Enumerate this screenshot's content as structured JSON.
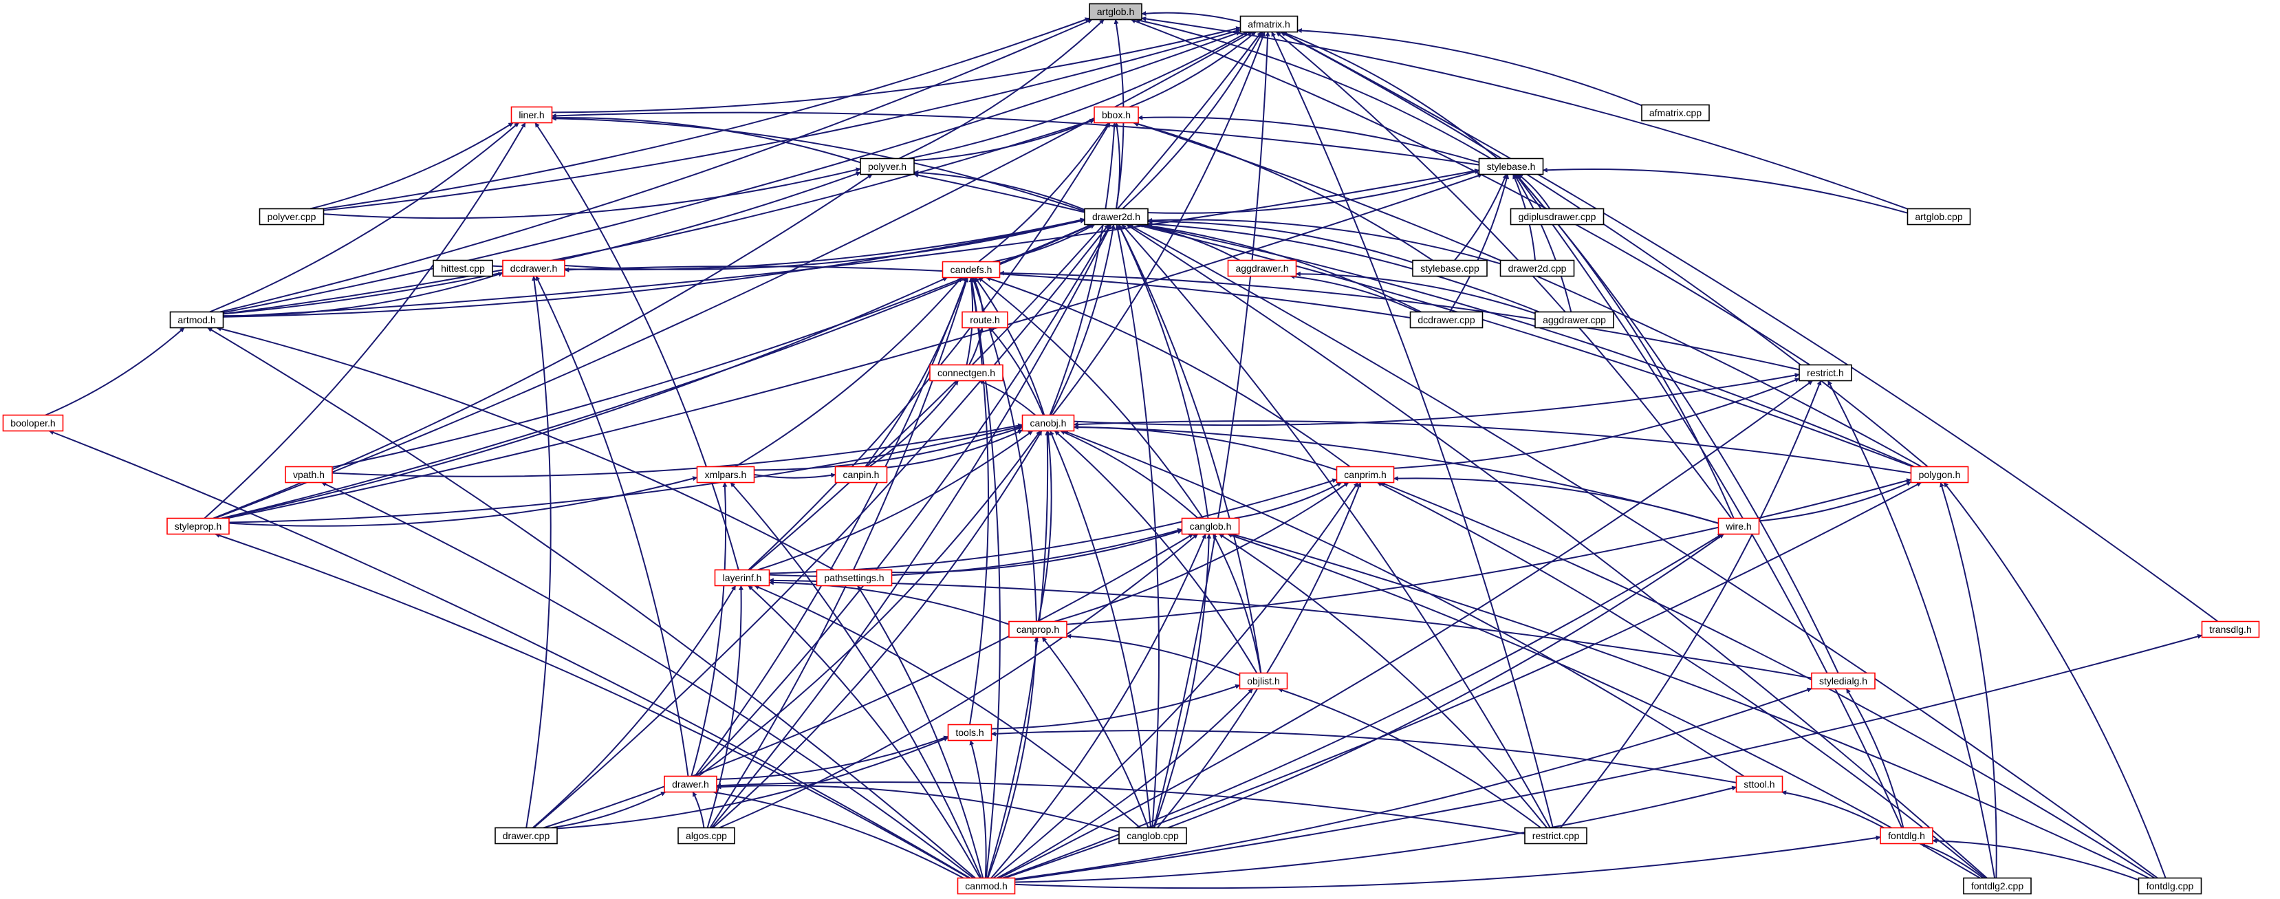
{
  "diagram": {
    "colors": {
      "edge": "#191970",
      "node_border": "#000000",
      "incomplete_node_border": "#ff0000",
      "root_fill": "#bfbfbf",
      "background": "#ffffff"
    },
    "nodes": [
      {
        "id": "artglob_h",
        "label": "artglob.h",
        "style": "root",
        "link": false
      },
      {
        "id": "afmatrix_h",
        "label": "afmatrix.h",
        "style": "black",
        "link": true
      },
      {
        "id": "liner_h",
        "label": "liner.h",
        "style": "red",
        "link": true
      },
      {
        "id": "bbox_h",
        "label": "bbox.h",
        "style": "red",
        "link": true
      },
      {
        "id": "afmatrix_cpp",
        "label": "afmatrix.cpp",
        "style": "black",
        "link": true
      },
      {
        "id": "polyver_h",
        "label": "polyver.h",
        "style": "black",
        "link": true
      },
      {
        "id": "stylebase_h",
        "label": "stylebase.h",
        "style": "black",
        "link": true
      },
      {
        "id": "polyver_cpp",
        "label": "polyver.cpp",
        "style": "black",
        "link": true
      },
      {
        "id": "gdiplusdrawer_cpp",
        "label": "gdiplusdrawer.cpp",
        "style": "black",
        "link": true
      },
      {
        "id": "artglob_cpp",
        "label": "artglob.cpp",
        "style": "black",
        "link": true
      },
      {
        "id": "drawer2d_h",
        "label": "drawer2d.h",
        "style": "black",
        "link": true
      },
      {
        "id": "hittest_cpp",
        "label": "hittest.cpp",
        "style": "black",
        "link": true
      },
      {
        "id": "dcdrawer_h",
        "label": "dcdrawer.h",
        "style": "red",
        "link": true
      },
      {
        "id": "candefs_h",
        "label": "candefs.h",
        "style": "red",
        "link": true
      },
      {
        "id": "aggdrawer_h",
        "label": "aggdrawer.h",
        "style": "red",
        "link": true
      },
      {
        "id": "stylebase_cpp",
        "label": "stylebase.cpp",
        "style": "black",
        "link": true
      },
      {
        "id": "drawer2d_cpp",
        "label": "drawer2d.cpp",
        "style": "black",
        "link": true
      },
      {
        "id": "artmod_h",
        "label": "artmod.h",
        "style": "black",
        "link": true
      },
      {
        "id": "dcdrawer_cpp",
        "label": "dcdrawer.cpp",
        "style": "black",
        "link": true
      },
      {
        "id": "aggdrawer_cpp",
        "label": "aggdrawer.cpp",
        "style": "black",
        "link": true
      },
      {
        "id": "route_h",
        "label": "route.h",
        "style": "red",
        "link": true
      },
      {
        "id": "restrict_h",
        "label": "restrict.h",
        "style": "black",
        "link": true
      },
      {
        "id": "connectgen_h",
        "label": "connectgen.h",
        "style": "red",
        "link": true
      },
      {
        "id": "booloper_h",
        "label": "booloper.h",
        "style": "red",
        "link": true
      },
      {
        "id": "canobj_h",
        "label": "canobj.h",
        "style": "red",
        "link": true
      },
      {
        "id": "vpath_h",
        "label": "vpath.h",
        "style": "red",
        "link": true
      },
      {
        "id": "xmlpars_h",
        "label": "xmlpars.h",
        "style": "red",
        "link": true
      },
      {
        "id": "canpin_h",
        "label": "canpin.h",
        "style": "red",
        "link": true
      },
      {
        "id": "canprim_h",
        "label": "canprim.h",
        "style": "red",
        "link": true
      },
      {
        "id": "polygon_h",
        "label": "polygon.h",
        "style": "red",
        "link": true
      },
      {
        "id": "styleprop_h",
        "label": "styleprop.h",
        "style": "red",
        "link": true
      },
      {
        "id": "wire_h",
        "label": "wire.h",
        "style": "red",
        "link": true
      },
      {
        "id": "canglob_h",
        "label": "canglob.h",
        "style": "red",
        "link": true
      },
      {
        "id": "layerinf_h",
        "label": "layerinf.h",
        "style": "red",
        "link": true
      },
      {
        "id": "pathsettings_h",
        "label": "pathsettings.h",
        "style": "red",
        "link": true
      },
      {
        "id": "canprop_h",
        "label": "canprop.h",
        "style": "red",
        "link": true
      },
      {
        "id": "transdlg_h",
        "label": "transdlg.h",
        "style": "red",
        "link": true
      },
      {
        "id": "objlist_h",
        "label": "objlist.h",
        "style": "red",
        "link": true
      },
      {
        "id": "styledialg_h",
        "label": "styledialg.h",
        "style": "red",
        "link": true
      },
      {
        "id": "tools_h",
        "label": "tools.h",
        "style": "red",
        "link": true
      },
      {
        "id": "drawer_h",
        "label": "drawer.h",
        "style": "red",
        "link": true
      },
      {
        "id": "sttool_h",
        "label": "sttool.h",
        "style": "red",
        "link": true
      },
      {
        "id": "drawer_cpp",
        "label": "drawer.cpp",
        "style": "black",
        "link": true
      },
      {
        "id": "algos_cpp",
        "label": "algos.cpp",
        "style": "black",
        "link": true
      },
      {
        "id": "canglob_cpp",
        "label": "canglob.cpp",
        "style": "black",
        "link": true
      },
      {
        "id": "restrict_cpp",
        "label": "restrict.cpp",
        "style": "black",
        "link": true
      },
      {
        "id": "fontdlg_h",
        "label": "fontdlg.h",
        "style": "red",
        "link": true
      },
      {
        "id": "canmod_h",
        "label": "canmod.h",
        "style": "red",
        "link": true
      },
      {
        "id": "fontdlg2_cpp",
        "label": "fontdlg2.cpp",
        "style": "black",
        "link": true
      },
      {
        "id": "fontdlg_cpp",
        "label": "fontdlg.cpp",
        "style": "black",
        "link": true
      }
    ]
  }
}
